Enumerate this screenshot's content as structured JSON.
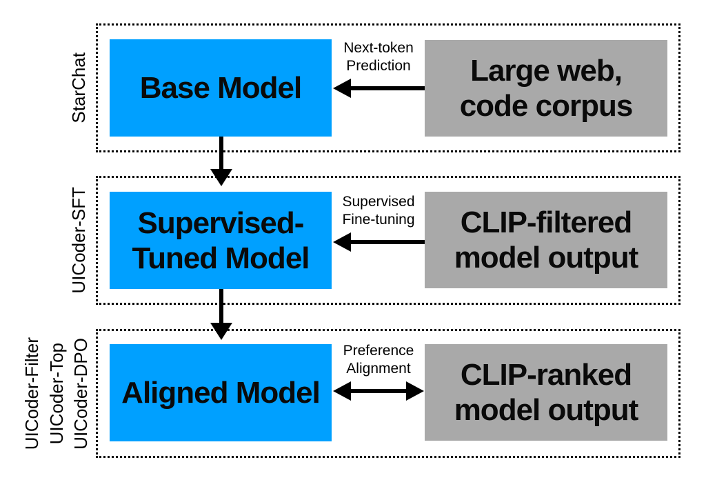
{
  "colors": {
    "model_box": "#00A0FF",
    "data_box": "#A9A9A9",
    "arrow": "#000000",
    "background": "#FFFFFF"
  },
  "rows": [
    {
      "side_labels": [
        "StarChat"
      ],
      "model": {
        "lines": [
          "Base Model"
        ]
      },
      "process": {
        "lines": [
          "Next-token",
          "Prediction"
        ],
        "arrow": "left"
      },
      "data": {
        "lines": [
          "Large web,",
          "code corpus"
        ]
      }
    },
    {
      "side_labels": [
        "UICoder-SFT"
      ],
      "model": {
        "lines": [
          "Supervised-",
          "Tuned Model"
        ]
      },
      "process": {
        "lines": [
          "Supervised",
          "Fine-tuning"
        ],
        "arrow": "left"
      },
      "data": {
        "lines": [
          "CLIP-filtered",
          "model output"
        ]
      }
    },
    {
      "side_labels": [
        "UICoder-Filter",
        "UICoder-Top",
        "UICoder-DPO"
      ],
      "model": {
        "lines": [
          "Aligned Model"
        ]
      },
      "process": {
        "lines": [
          "Preference",
          "Alignment"
        ],
        "arrow": "both"
      },
      "data": {
        "lines": [
          "CLIP-ranked",
          "model output"
        ]
      }
    }
  ]
}
